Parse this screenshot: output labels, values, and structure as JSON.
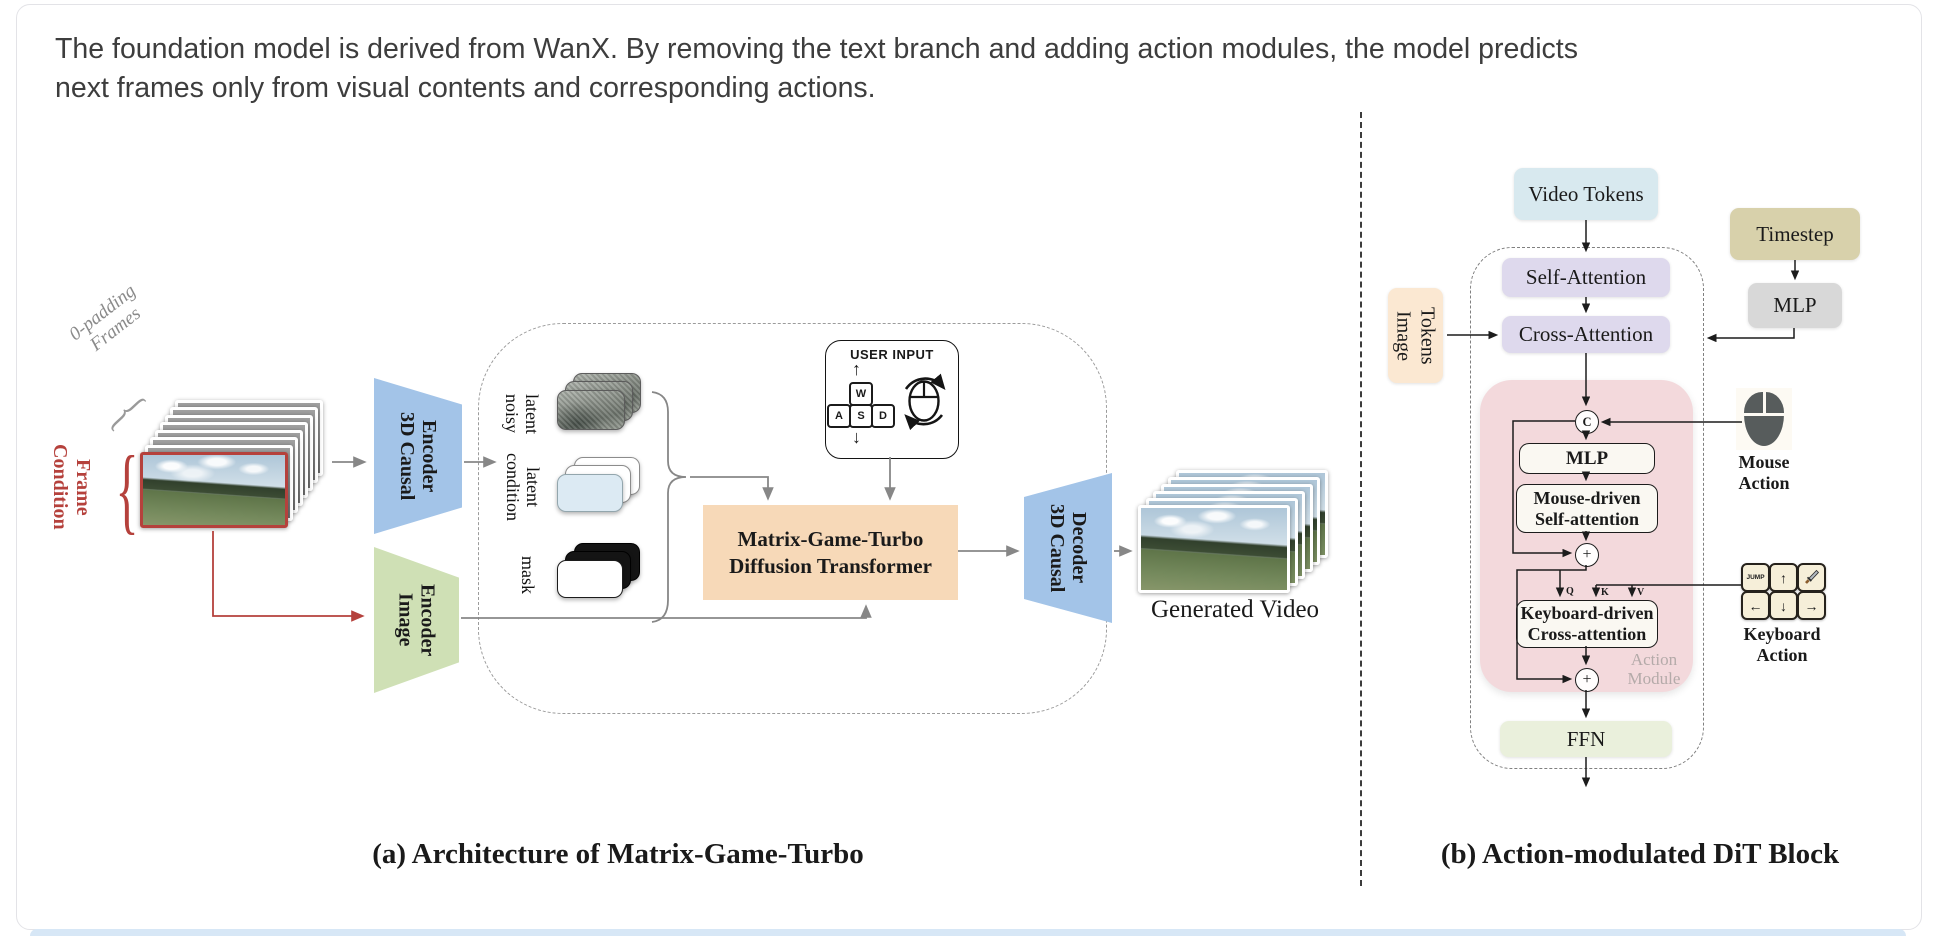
{
  "intro": {
    "line1": "The foundation model is derived from WanX. By removing the text branch and adding action modules, the model predicts",
    "line2": "next frames only from visual contents and corresponding actions."
  },
  "panel_a": {
    "caption": "(a) Architecture of Matrix-Game-Turbo",
    "zero_padding_label": "0-padding\nFrames",
    "condition_frame_label": "Condition\nFrame",
    "encoder_3d": "3D Causal\nEncoder",
    "image_encoder": "Image\nEncoder",
    "decoder_3d": "3D Causal\nDecoder",
    "noisy_latent": "noisy\nlatent",
    "condition_latent": "condition\nlatent",
    "mask": "mask",
    "transformer": "Matrix-Game-Turbo\nDiffusion Transformer",
    "generated_video": "Generated Video",
    "user_input": {
      "title": "USER INPUT",
      "key_w": "W",
      "key_a": "A",
      "key_s": "S",
      "key_d": "D",
      "arrow_up": "↑",
      "arrow_down": "↓"
    }
  },
  "panel_b": {
    "caption": "(b) Action-modulated DiT Block",
    "video_tokens": "Video Tokens",
    "timestep": "Timestep",
    "mlp_timestep": "MLP",
    "self_attention": "Self-Attention",
    "cross_attention": "Cross-Attention",
    "image_tokens": "Image\nTokens",
    "concat_node": "C",
    "plus_node_1": "+",
    "plus_node_2": "+",
    "mlp_inner": "MLP",
    "mouse_attention": "Mouse-driven\nSelf-attention",
    "keyboard_attention": "Keyboard-driven\nCross-attention",
    "action_module": "Action\nModule",
    "ffn": "FFN",
    "mouse_action": "Mouse\nAction",
    "keyboard_action": "Keyboard\nAction",
    "q_label": "Q",
    "k_label": "K",
    "v_label": "V",
    "keys": {
      "jump": "JUMP",
      "up": "↑",
      "left": "←",
      "down": "↓",
      "right": "→"
    }
  },
  "colors": {
    "encoder_blue": "#a3c4e8",
    "image_encoder_green": "#cfe0b5",
    "transformer_orange": "#f7d9b8",
    "video_tokens_blue": "#d8e9ef",
    "attention_purple": "#ded9ed",
    "timestep_tan": "#d8d1ab",
    "mlp_gray": "#d8d8d8",
    "image_tokens_peach": "#fbe8d2",
    "action_module_pink": "#f3d9dc",
    "ffn_green": "#eaf0dc",
    "inner_box_cream": "#faf8f2",
    "condition_red": "#b5413c"
  }
}
